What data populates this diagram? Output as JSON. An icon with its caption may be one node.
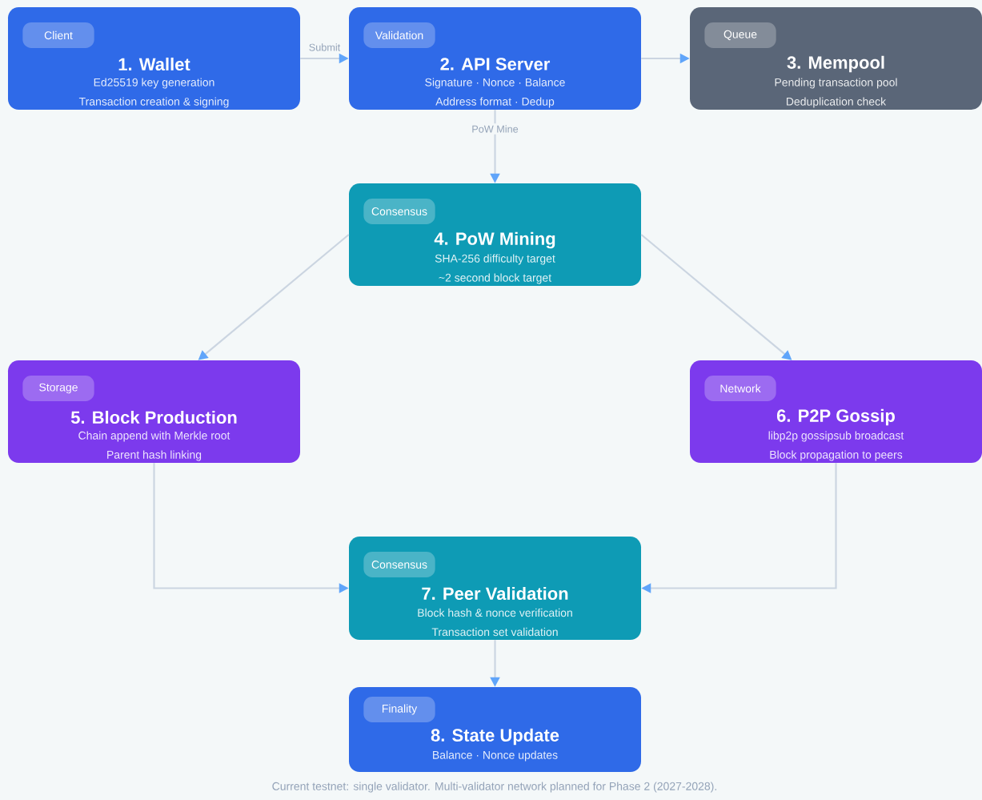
{
  "diagram": {
    "caption": "Current testnet: single validator. Multi-validator network planned for Phase 2 (2027-2028).",
    "nodes": [
      {
        "text": [
          "Client",
          "1. Wallet",
          "Ed25519 key generation",
          "Transaction creation & signing"
        ]
      },
      {
        "text": [
          "Validation",
          "2. API Server",
          "Signature · Nonce · Balance",
          "Address format · Dedup"
        ]
      },
      {
        "text": [
          "Queue",
          "3. Mempool",
          "Pending transaction pool",
          "Deduplication check"
        ]
      },
      {
        "text": [
          "Consensus",
          "4. PoW Mining",
          "SHA-256 difficulty target",
          "~2 second block target"
        ]
      },
      {
        "text": [
          "Storage",
          "5. Block Production",
          "Chain append with Merkle root",
          "Parent hash linking"
        ]
      },
      {
        "text": [
          "Network",
          "6. P2P Gossip",
          "libp2p gossipsub broadcast",
          "Block propagation to peers"
        ]
      },
      {
        "text": [
          "Consensus",
          "7. Peer Validation",
          "Block hash & nonce verification",
          "Transaction set validation"
        ]
      },
      {
        "text": [
          "Finality",
          "8. State Update",
          "Balance · Nonce updates"
        ]
      }
    ],
    "edges": [
      {
        "from": 0,
        "to": 1,
        "arrow": "to",
        "label": "Submit"
      },
      {
        "from": 1,
        "to": 2,
        "arrow": "to"
      },
      {
        "from": 1,
        "to": 3,
        "arrow": "to",
        "label": "PoW Mine"
      },
      {
        "from": 3,
        "to": 4,
        "arrow": "to"
      },
      {
        "from": 3,
        "to": 5,
        "arrow": "to"
      },
      {
        "from": 4,
        "to": 6,
        "arrow": "to"
      },
      {
        "from": 5,
        "to": 6,
        "arrow": "to"
      },
      {
        "from": 6,
        "to": 7,
        "arrow": "to"
      }
    ]
  }
}
